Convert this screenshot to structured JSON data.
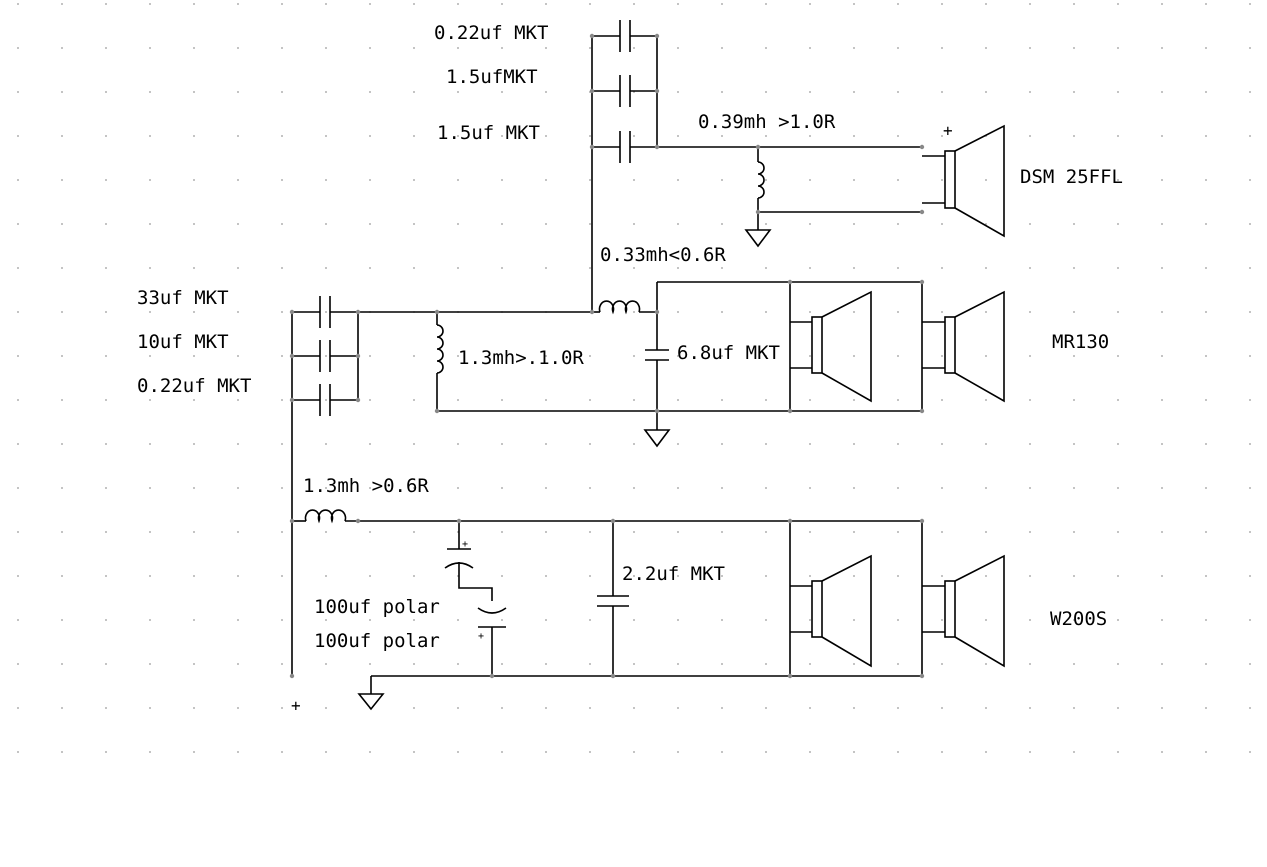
{
  "labels": {
    "c_022_top": "0.22uf MKT",
    "c_15_a": "1.5ufMKT",
    "c_15_b": "1.5uf MKT",
    "l_039": "0.39mh >1.0R",
    "tweeter": "DSM 25FFL",
    "tweeter_plus": "+",
    "l_033": "0.33mh<0.6R",
    "c_33": "33uf MKT",
    "c_10": "10uf MKT",
    "c_022_mid": "0.22uf MKT",
    "l_13_mid": "1.3mh>.1.0R",
    "c_68": "6.8uf MKT",
    "midrange": "MR130",
    "l_13_low": "1.3mh >0.6R",
    "c_100_a": "100uf polar",
    "c_100_b": "100uf polar",
    "c_22": "2.2uf MKT",
    "woofer": "W200S",
    "input_plus": "+",
    "pol_plus_a": "+",
    "pol_plus_b": "+"
  }
}
